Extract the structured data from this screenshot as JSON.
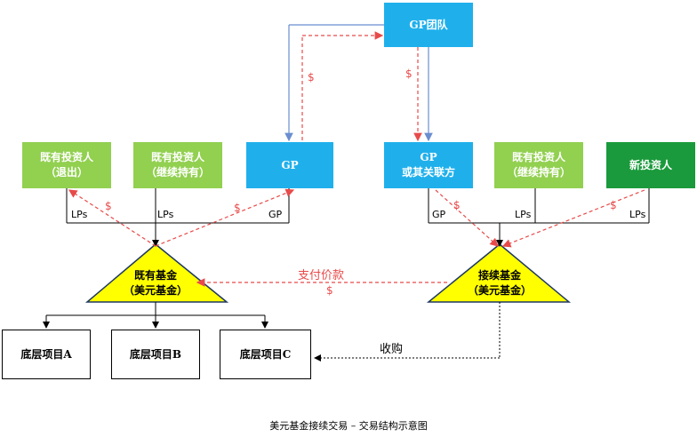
{
  "boxes": {
    "existing_exit": {
      "line1": "既有投资人",
      "line2": "（退出）"
    },
    "existing_hold_left": {
      "line1": "既有投资人",
      "line2": "（继续持有）"
    },
    "gp_left": {
      "line1": "GP"
    },
    "gp_team": {
      "line1": "GP团队"
    },
    "gp_affiliate": {
      "line1": "GP",
      "line2": "或其关联方"
    },
    "existing_hold_right": {
      "line1": "既有投资人",
      "line2": "（继续持有）"
    },
    "new_investor": {
      "line1": "新投资人"
    }
  },
  "funds": {
    "existing_fund": {
      "line1": "既有基金",
      "line2": "（美元基金）"
    },
    "continuation_fund": {
      "line1": "接续基金",
      "line2": "（美元基金）"
    }
  },
  "projects": [
    {
      "label": "底层项目A"
    },
    {
      "label": "底层项目B"
    },
    {
      "label": "底层项目C"
    }
  ],
  "labels": {
    "lps_1": "LPs",
    "lps_2": "LPs",
    "gp_1": "GP",
    "gp_2": "GP",
    "lps_3": "LPs",
    "lps_4": "LPs",
    "dollar_1": "$",
    "dollar_2": "$",
    "dollar_3": "$",
    "dollar_4": "$",
    "dollar_5": "$",
    "dollar_6": "$",
    "dollar_7": "$",
    "payment": "支付价款",
    "acquisition": "收购"
  },
  "caption": "美元基金接续交易 – 交易结构示意图",
  "colors": {
    "green": "#92d050",
    "blue": "#1fb0ec",
    "dark_green": "#1a9a3c",
    "triangle": "#ffff00",
    "money_flow": "#e84a4a",
    "gp_link": "#6a8ed0"
  }
}
